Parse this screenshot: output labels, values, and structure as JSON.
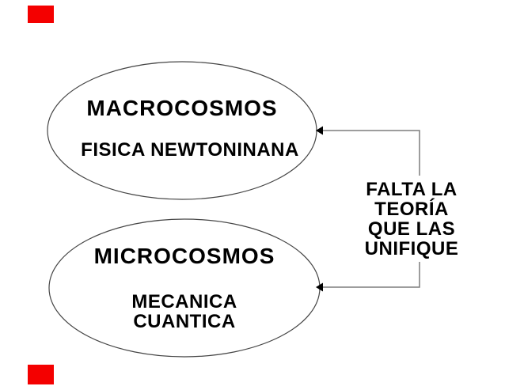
{
  "diagram": {
    "ellipse_top": {
      "title": "MACROCOSMOS",
      "subtitle": "FISICA NEWTONINANA"
    },
    "ellipse_bottom": {
      "title": "MICROCOSMOS",
      "subtitle_line1": "MECANICA",
      "subtitle_line2": "CUANTICA"
    },
    "connector_label": {
      "line1": "FALTA LA",
      "line2": "TEORÍA",
      "line3": "QUE LAS",
      "line4": "UNIFIQUE"
    },
    "colors": {
      "background": "#ffffff",
      "text": "#000000",
      "ellipse_outline": "#454545",
      "connector_line": "#7d7d7d",
      "arrowhead": "#000000",
      "corner_bar_red": "#f40000"
    }
  }
}
